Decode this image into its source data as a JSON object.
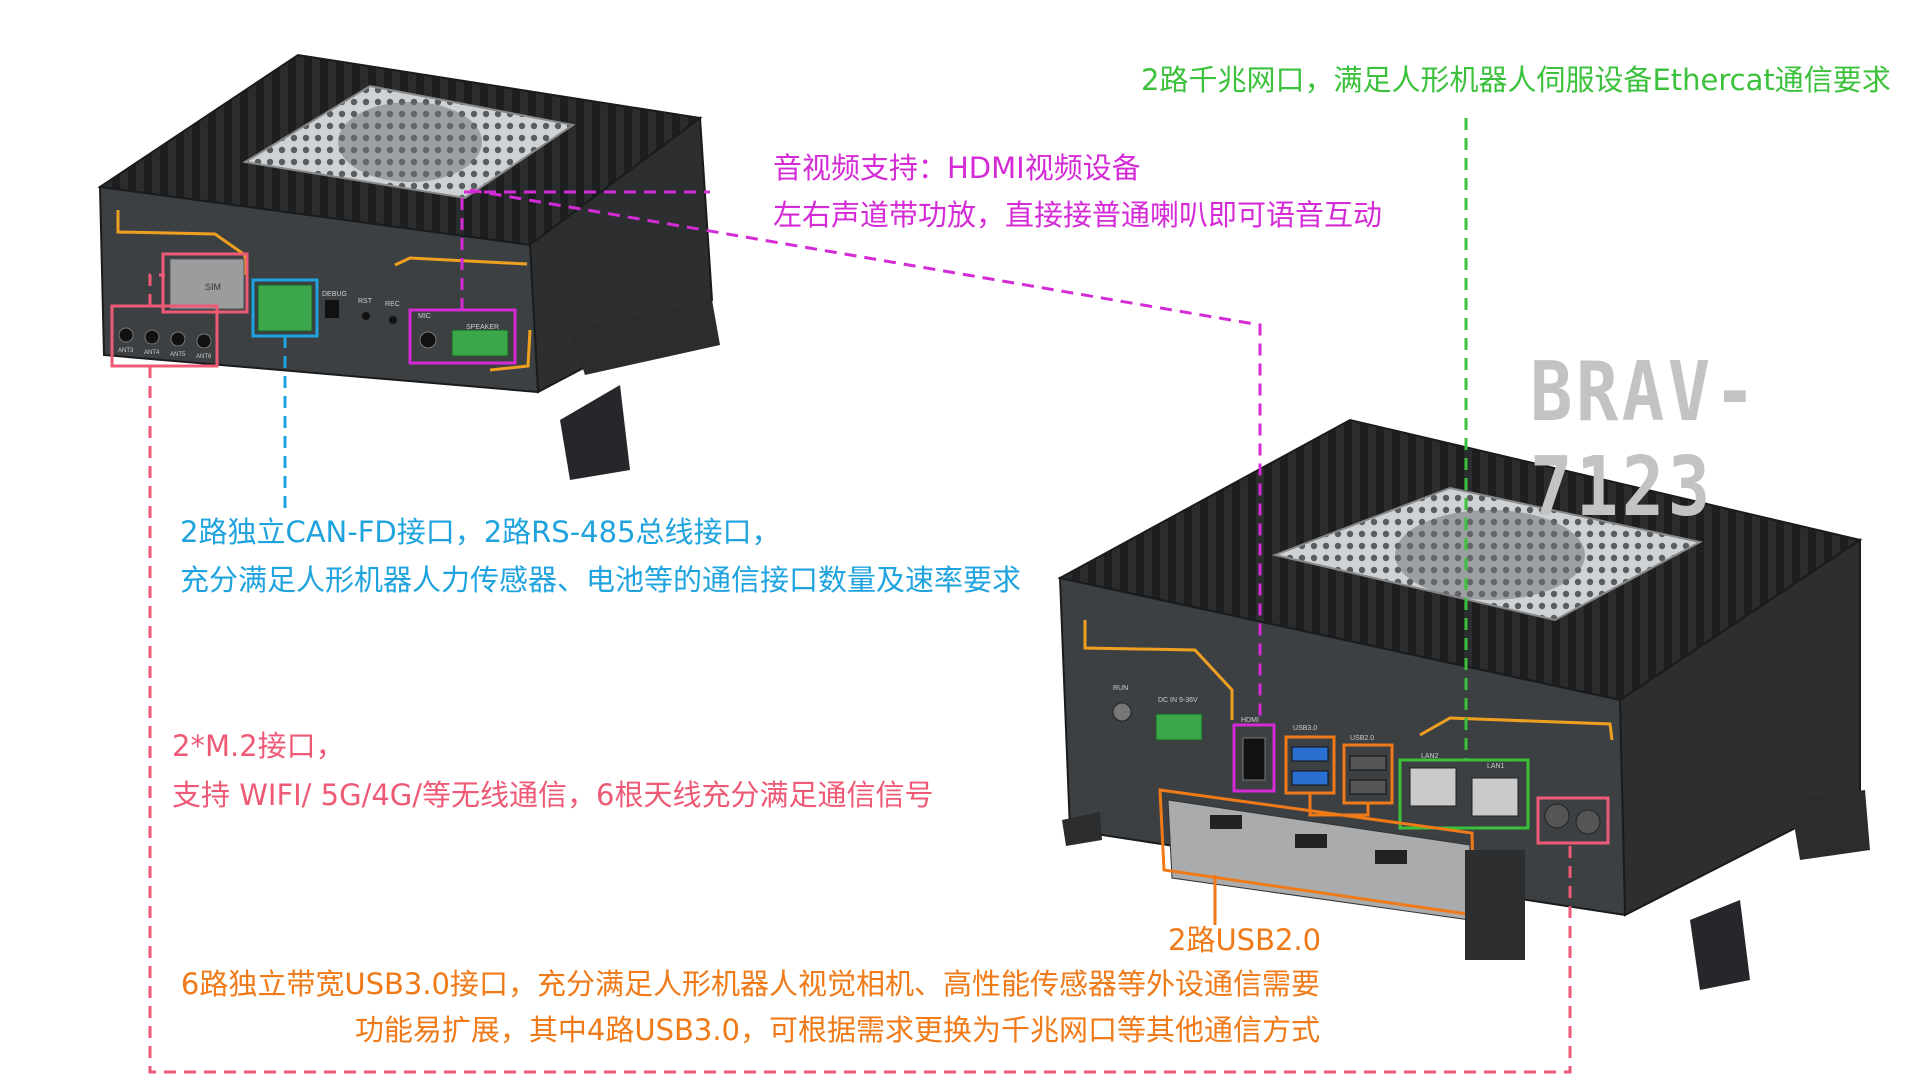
{
  "model_name": "BRAV-7123",
  "annotations": {
    "ethernet": "2路千兆网口，满足人形机器人伺服设备Ethercat通信要求",
    "audio_line1": "音视频支持：HDMI视频设备",
    "audio_line2": "左右声道带功放，直接接普通喇叭即可语音互动",
    "can_line1": "2路独立CAN-FD接口，2路RS-485总线接口，",
    "can_line2": "充分满足人形机器人力传感器、电池等的通信接口数量及速率要求",
    "m2_line1": "2*M.2接口，",
    "m2_line2": "支持 WIFI/ 5G/4G/等无线通信，6根天线充分满足通信信号",
    "usb2": "2路USB2.0",
    "usb3_line1": "6路独立带宽USB3.0接口，充分满足人形机器人视觉相机、高性能传感器等外设通信需要",
    "usb3_line2": "功能易扩展，其中4路USB3.0，可根据需求更换为千兆网口等其他通信方式"
  },
  "panel_labels": {
    "sim": "SIM",
    "debug": "DEBUG",
    "rst": "RST",
    "rec": "REC",
    "mic": "MIC",
    "speaker": "SPEAKER",
    "ant3": "ANT3",
    "ant4": "ANT4",
    "ant5": "ANT5",
    "ant6": "ANT6",
    "run": "RUN",
    "dc_in": "DC IN 9-36V",
    "hdmi": "HDMI",
    "usb30": "USB3.0",
    "usb20": "USB2.0",
    "lan2": "LAN2",
    "lan1": "LAN1"
  },
  "colors": {
    "magenta": "#d42bd6",
    "green": "#3cc13c",
    "blue": "#1fa3df",
    "pink": "#ee5a75",
    "orange": "#f07a18",
    "device_body": "#3d4043",
    "fins": "#27292b",
    "accent_trim": "#f0a020"
  }
}
